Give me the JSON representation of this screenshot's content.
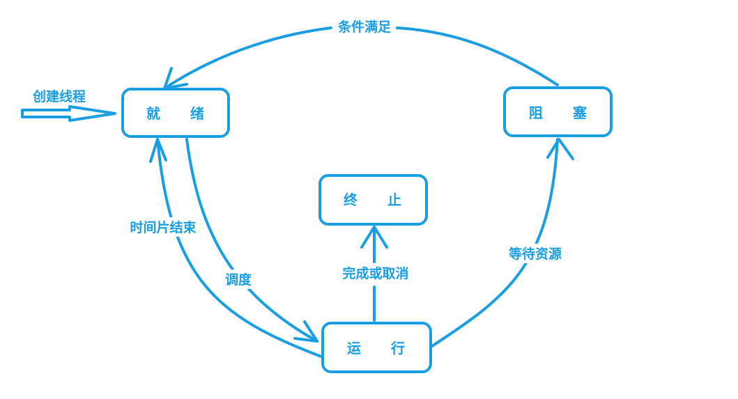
{
  "colors": {
    "stroke": "#1a9ee3",
    "text": "#1a9ee3",
    "background": "#ffffff"
  },
  "states": {
    "ready": "就　　绪",
    "blocked": "阻　　塞",
    "terminated": "终　　止",
    "running": "运　　行"
  },
  "transitions": {
    "create_thread": "创建线程",
    "condition_met": "条件满足",
    "time_slice_end": "时间片结束",
    "schedule": "调度",
    "complete_or_cancel": "完成或取消",
    "wait_resource": "等待资源"
  }
}
